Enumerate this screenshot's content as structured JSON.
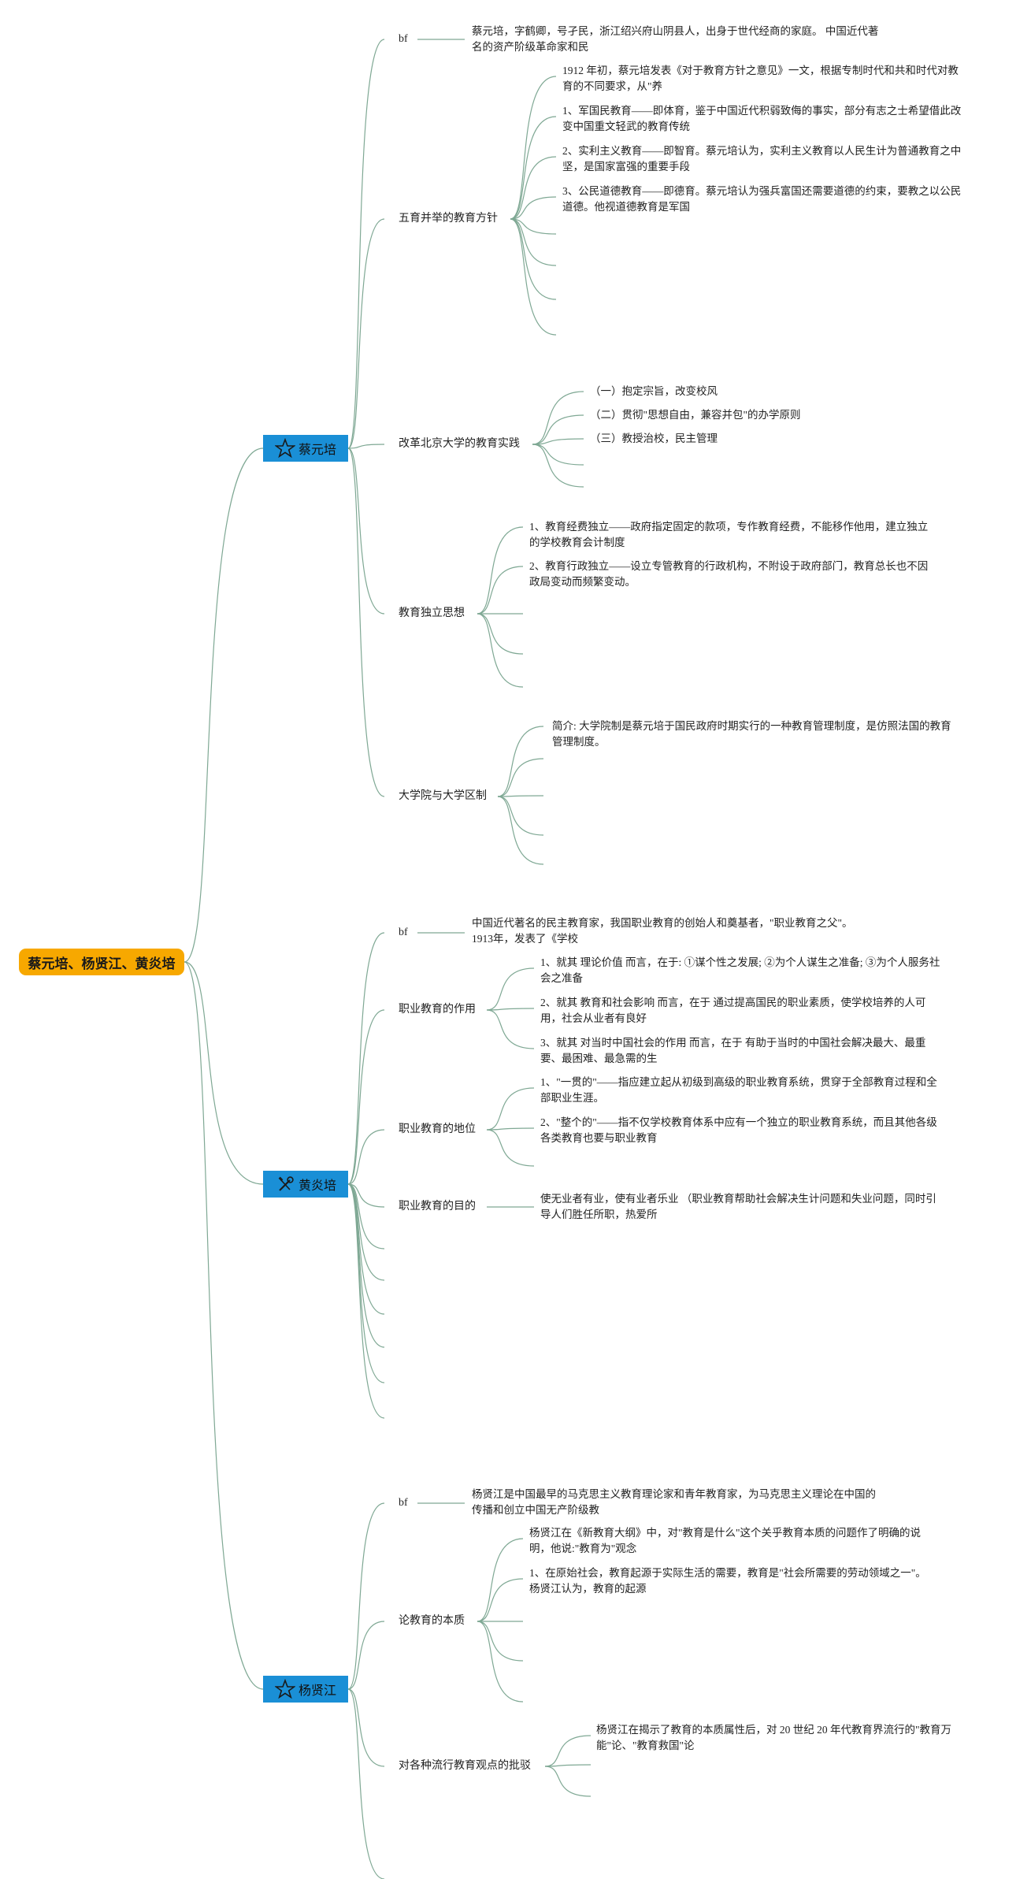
{
  "root": {
    "label": "蔡元培、杨贤江、黄炎培"
  },
  "branches": [
    {
      "label": "蔡元培",
      "icon": "star-icon",
      "children": [
        {
          "label": "bf",
          "leaves": [
            "蔡元培，字鹤卿，号孑民，浙江绍兴府山阴县人，出身于世代经商的家庭。 中国近代著名的资产阶级革命家和民"
          ]
        },
        {
          "label": "五育并举的教育方针",
          "leaves": [
            "1912 年初，蔡元培发表《对于教育方针之意见》一文，根据专制时代和共和时代对教育的不同要求，从\"养",
            "1、军国民教育——即体育，鉴于中国近代积弱致侮的事实，部分有志之士希望借此改变中国重文轻武的教育传统",
            "2、实利主义教育——即智育。蔡元培认为，实利主义教育以人民生计为普通教育之中坚，是国家富强的重要手段",
            "3、公民道德教育——即德育。蔡元培认为强兵富国还需要道德的约束，要教之以公民道德。他视道德教育是军国"
          ]
        },
        {
          "label": "改革北京大学的教育实践",
          "leaves": [
            "（一）抱定宗旨，改变校风",
            "（二）贯彻\"思想自由，兼容并包\"的办学原则",
            "（三）教授治校，民主管理"
          ]
        },
        {
          "label": "教育独立思想",
          "leaves": [
            "1、教育经费独立——政府指定固定的款项，专作教育经费，不能移作他用，建立独立的学校教育会计制度",
            "2、教育行政独立——设立专管教育的行政机构，不附设于政府部门，教育总长也不因政局变动而频繁变动。"
          ]
        },
        {
          "label": "大学院与大学区制",
          "leaves": [
            "简介: 大学院制是蔡元培于国民政府时期实行的一种教育管理制度，是仿照法国的教育管理制度。"
          ]
        }
      ]
    },
    {
      "label": "黄炎培",
      "icon": "tools-icon",
      "children": [
        {
          "label": "bf",
          "leaves": [
            "中国近代著名的民主教育家，我国职业教育的创始人和奠基者，\"职业教育之父\"。 1913年，发表了《学校"
          ]
        },
        {
          "label": "职业教育的作用",
          "leaves": [
            "1、就其 理论价值 而言，在于: ①谋个性之发展; ②为个人谋生之准备; ③为个人服务社会之准备",
            "2、就其 教育和社会影响 而言，在于 通过提高国民的职业素质，使学校培养的人可用，社会从业者有良好",
            "3、就其 对当时中国社会的作用 而言，在于 有助于当时的中国社会解决最大、最重要、最困难、最急需的生"
          ]
        },
        {
          "label": "职业教育的地位",
          "leaves": [
            "1、\"一贯的\"——指应建立起从初级到高级的职业教育系统，贯穿于全部教育过程和全部职业生涯。",
            "2、\"整个的\"——指不仅学校教育体系中应有一个独立的职业教育系统，而且其他各级各类教育也要与职业教育"
          ]
        },
        {
          "label": "职业教育的目的",
          "leaves": [
            "使无业者有业，使有业者乐业 （职业教育帮助社会解决生计问题和失业问题，同时引导人们胜任所职，热爱所"
          ]
        }
      ]
    },
    {
      "label": "杨贤江",
      "icon": "star-icon",
      "children": [
        {
          "label": "bf",
          "leaves": [
            "杨贤江是中国最早的马克思主义教育理论家和青年教育家，为马克思主义理论在中国的传播和创立中国无产阶级教"
          ]
        },
        {
          "label": "论教育的本质",
          "leaves": [
            "杨贤江在《新教育大纲》中，对\"教育是什么\"这个关乎教育本质的问题作了明确的说明，他说:\"教育为\"观念",
            "1、在原始社会，教育起源于实际生活的需要，教育是\"社会所需要的劳动领域之一\"。杨贤江认为，教育的起源"
          ]
        },
        {
          "label": "对各种流行教育观点的批驳",
          "leaves": [
            "杨贤江在揭示了教育的本质属性后，对 20 世纪 20 年代教育界流行的\"教育万能\"论、\"教育救国\"论"
          ]
        }
      ]
    }
  ]
}
